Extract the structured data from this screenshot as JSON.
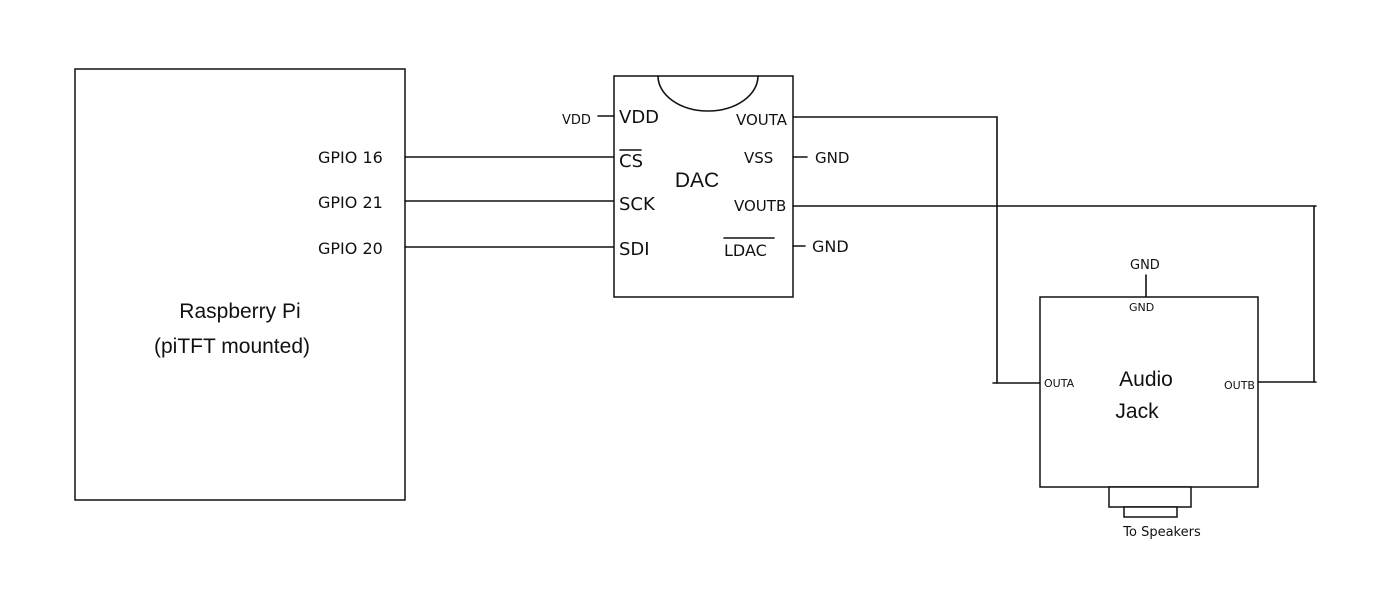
{
  "raspberry_pi": {
    "title_line1": "Raspberry Pi",
    "title_line2": "(piTFT mounted)",
    "pins": [
      "GPIO 16",
      "GPIO 21",
      "GPIO 20"
    ]
  },
  "dac": {
    "title": "DAC",
    "left_pins": [
      "VDD",
      "CS",
      "SCK",
      "SDI"
    ],
    "right_pins": [
      "VOUTA",
      "VSS",
      "VOUTB",
      "LDAC"
    ],
    "vdd_external_label": "VDD",
    "gnd_labels": [
      "GND",
      "GND"
    ]
  },
  "audio_jack": {
    "title_line1": "Audio",
    "title_line2": "Jack",
    "gnd_top_label": "GND",
    "gnd_inner_label": "GND",
    "left_label": "OUTA",
    "right_label": "OUTB",
    "output_label": "To Speakers"
  }
}
